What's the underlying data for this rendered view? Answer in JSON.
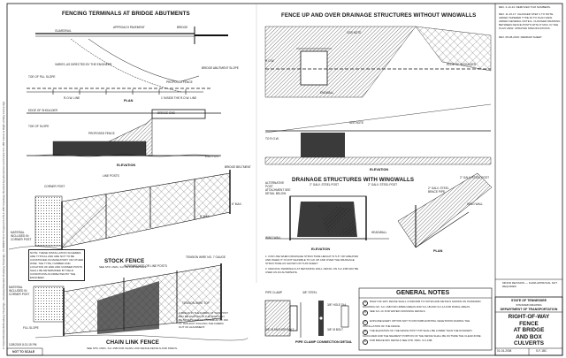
{
  "titles": {
    "fencing_terminals": "FENCING TERMINALS AT BRIDGE ABUTMENTS",
    "fence_drainage": "FENCE UP AND OVER DRAINAGE STRUCTURES WITHOUT WINGWALLS",
    "drainage_wingwalls": "DRAINAGE STRUCTURES WITH WINGWALLS",
    "stock_fence": "STOCK FENCE",
    "chain_link_fence": "CHAIN LINK FENCE",
    "general_notes": "GENERAL NOTES",
    "pipe_clamp": "PIPE CLAMP CONNECTION DETAIL"
  },
  "views": {
    "plan": "PLAN",
    "elevation": "ELEVATION",
    "elevation2": "ELEVATION",
    "elevation3": "ELEVATION",
    "plan2": "PLAN"
  },
  "subtitles": {
    "stock_fence": "SEE STD. DWG. S-F-1B FOR DETAILS.",
    "chain_link": "SEE STD. DWG. S-F-1SB FOR CHAIN LINK FENCE DETAILS AND SPECS."
  },
  "labels": {
    "approach_pavement": "APPROACH PAVEMENT",
    "bridge": "BRIDGE",
    "guardrail": "GUARDRAIL",
    "varies": "VARIES, AS DIRECTED BY THE ENGINEER",
    "toe_of_fill_slope": "TOE OF FILL SLOPE",
    "bridge_abutment_slope": "BRIDGE ABUTMENT SLOPE",
    "proposed_fence": "PROPOSED FENCE",
    "row_line": "R.O.W. LINE",
    "inside_row": "1' INSIDE THE R.O.W. LINE",
    "edge_of_shoulder": "EDGE OF SHOULDER",
    "toe_of_slope": "TOE OF SLOPE",
    "bridge_end": "BRIDGE END",
    "proposed_fence2": "PROPOSED FENCE",
    "end_post": "END POST",
    "bridge_beltment": "BRIDGE BELTMENT",
    "line_posts": "LINE POSTS",
    "corner_post": "CORNER POST",
    "max_6": "6\" MAX.",
    "max_8": "8\" MAX.",
    "material_included": "MATERIAL INCLUDED IN CORNER POST",
    "wire_notes": "NOTE: THESE INSTALLATION SCHEMES ARE TYPICAL AND ARE NOT TO BE CONSTRUED AS MANDATORY OR OTHER WISE. THE TYPE, NUMBER AND LOCATION OF END AND CORNER POSTS SHALL BE DETERMINED BY FIELD CONDITIONS AS DIRECTED BY THE ENGINEER.",
    "intermediate_posts": "INTERMEDIATE OR LINE POSTS",
    "tension_wire": "TENSION WIRE NO. 7 GAUGE",
    "tension_wire_top": "TENSION WIRE TOP",
    "fabric_note": "A BREAK IN THE FABRIC AT THIS POST MAY BE OMITTED IF THE SPAN CAN BE STRETCHED TO A MINIMUM OF 330 FT. WITHOUT PULLING THE FABRIC OUT OF ALIGNMENT.",
    "material_corner": "MATERIAL INCLUDED IN CORNER POST",
    "fill_slope": "FILL SLOPE",
    "row": "R.O.W.",
    "to_row": "TO R.O.W.",
    "gss_note": "GSS NOTE",
    "see_note": "SEE NOTE",
    "edge_of_shoulder2": "EDGE OF SHOULDER",
    "endwall": "ENDWALL",
    "alt_post": "ALTERNATIVE POST ATTACHMENT SEE DETAIL BELOW",
    "galv_steel_post": "2\" GALV. STEEL POST",
    "galv_steel_post2": "2\" GALV. STEEL POST",
    "galv_steel_post3": "2\" GALV. STEEL POST",
    "galv_brace": "2\" GALV. STEEL BRACE PIPE",
    "wing_wall": "WING WALL",
    "wing_wall2": "WING WALL",
    "headwall": "HEADWALL",
    "pipe_clamp": "PIPE CLAMP",
    "steel_3_8": "3/8\" STEEL",
    "hole_dia": "3/8\" HOLE DIA.",
    "anchor_bolt": "3/8\" Ø ANCHOR BOLT",
    "bolt_dia": "3/8\" Ø BOLT",
    "wing_note_1": "1. FOR USE WHEN DRAINAGE STRUCTURE HEIGHT IS 5-6\" OR GREATER AND WHEN IT IS NOT FEASIBLE TO GO UP AND OVER THE DRAINAGE STRUCTURE AS SHOWN ON THIS SHEET.",
    "wing_note_2": "2. FENCING TERMINALS AT RETAINING WALL DETAIL ON S-F-1SB MAY BE USED AS AN ALTERNATE."
  },
  "general_notes": [
    {
      "id": "A",
      "text": "RIGHT-OF-WAY FENCE SHALL CONFORM TO NOTES AND DETAILS SHOWN ON STANDARD DRAWING NO. S-F-1SB FOR URBAN AREAS AND S-F-1B AND S-F-1A FOR RURAL AREAS."
    },
    {
      "id": "B",
      "text": "SEE S-F-1C FOR WATER CROSSING DETAILS."
    },
    {
      "id": "C",
      "text": "EXPLORE EVERY OPTION NOT TO DISTURB EXISTING VEGETATION DURING THE INSTALLATION OF THE FENCE."
    },
    {
      "id": "D",
      "text": "THE ELEVATION OF THE FENCE POST TOP SHALL BE LOWER THAN THE ROADWAY SHOULDER AND THE NEAREST PORTION OF THE FENCE SHALL BE OUTSIDE THE CLEAR ZONE."
    },
    {
      "id": "E",
      "text": "FOR BRACE BAY DETAILS SEE STD. DWG. S-F-1SB."
    }
  ],
  "revisions": [
    "REV. 4-14-13: REMOVED TCM NUMBERS.",
    "REV. 11-16-17: CHANGED STEP 1 TO NOTE. ADDED TAPERED TYPE 36 TO PLAN VIEW. ADDED GENERAL NOTE E. CHANGED DRAWING BETWEEN FENCE POSTS WITH 8' MAX. IN THE PLAN VIEW. UPDATED SPECIFICATIONS.",
    "REV. 08-08-2019: REDRAW SHEET."
  ],
  "revision_bottom": "MINOR REVISION — FHWA APPROVAL NOT REQUIRED",
  "title_block": {
    "state": "STATE OF TENNESSEE",
    "dept": "DEPARTMENT OF TRANSPORTATION",
    "std": "STANDARD DRAWING",
    "title_lines": [
      "RIGHT-OF-WAY",
      "FENCE",
      "AT BRIDGE",
      "AND BOX",
      "CULVERTS"
    ],
    "date": "01-04-2008",
    "dwg_no": "S-F-1BC"
  },
  "bottom_left": [
    "12/8/2019 8:21:15 PM",
    "NOT TO SCALE"
  ],
  "side_text": "C:\\Users\\Standards\\Roadway Drawings - Roadway\\Standard Roadway Drawings - CURRENT\\For Prepared S-F\\S-F-1BC Roadway Revised Appurtenances and Fence S-F-1BC Fence & Right-of-Way Fence.dgn",
  "colors": {
    "ink": "#111111",
    "hatch": "#333333",
    "paper": "#ffffff"
  }
}
